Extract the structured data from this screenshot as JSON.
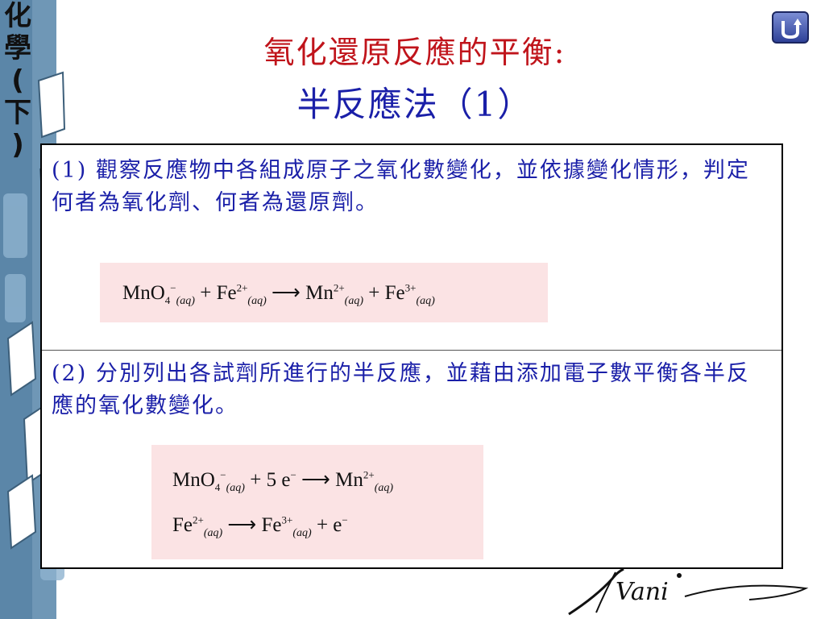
{
  "sidebar": {
    "label_chars": [
      "化",
      "學",
      "(",
      "下",
      ")"
    ]
  },
  "title": {
    "line1": "氧化還原反應的平衡:",
    "line2": "半反應法（1）"
  },
  "steps": [
    {
      "text": "(1) 觀察反應物中各組成原子之氧化數變化，並依據變化情形，判定何者為氧化劑、何者為還原劑。"
    },
    {
      "text": "(2) 分別列出各試劑所進行的半反應，並藉由添加電子數平衡各半反應的氧化數變化。"
    }
  ],
  "equations": {
    "eq1": {
      "mn_base": "MnO",
      "mn_sub": "4",
      "mn_sup": "−",
      "aq": "(aq)",
      "plus": "+",
      "fe_base": "Fe",
      "fe_sup": "2+",
      "arrow": "⟶",
      "mn2_base": "Mn",
      "mn2_sup": "2+",
      "fe3_base": "Fe",
      "fe3_sup": "3+"
    },
    "eq2a": {
      "mn_base": "MnO",
      "mn_sub": "4",
      "mn_sup": "−",
      "aq": "(aq)",
      "plus": "+",
      "electrons": "5 e",
      "e_sup": "−",
      "arrow": "⟶",
      "mn2_base": "Mn",
      "mn2_sup": "2+"
    },
    "eq2b": {
      "fe_base": "Fe",
      "fe_sup": "2+",
      "aq": "(aq)",
      "arrow": "⟶",
      "fe3_base": "Fe",
      "fe3_sup": "3+",
      "plus": "+",
      "e": "e",
      "e_sup": "−"
    }
  },
  "colors": {
    "title_red": "#c0141b",
    "title_blue": "#1a1fa8",
    "eq_bg": "#fbe3e4",
    "strip_blue": "#5b86a8"
  },
  "icons": {
    "home": "return-arrow-icon",
    "signature": "vani-signature"
  }
}
